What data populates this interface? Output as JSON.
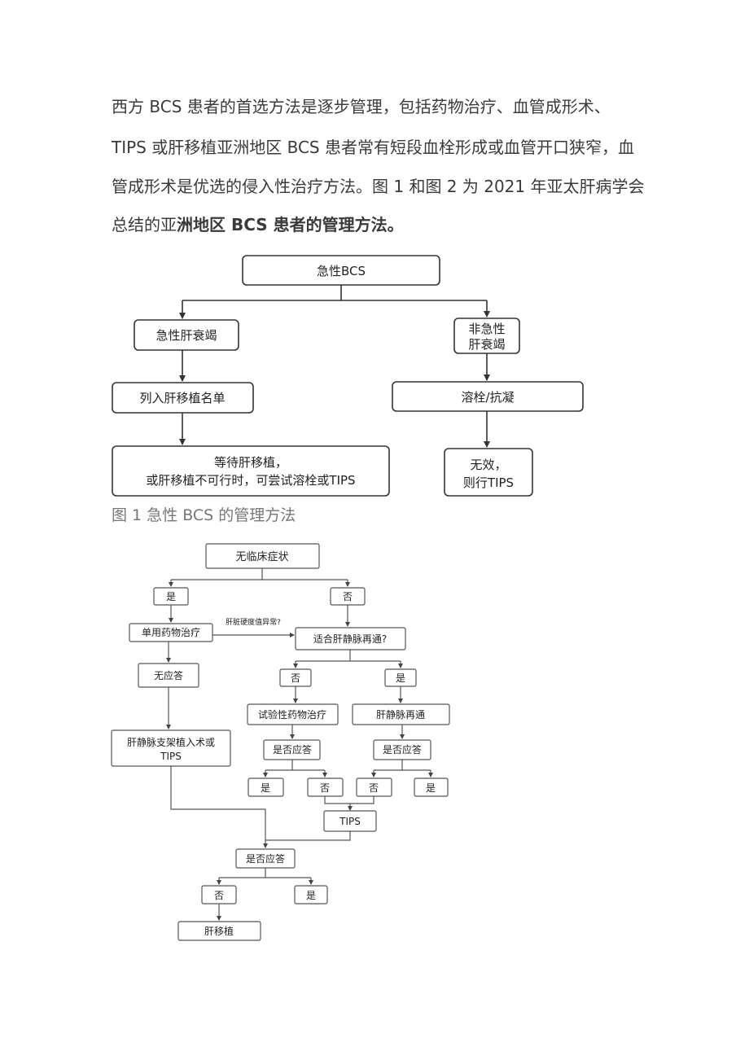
{
  "paragraph": {
    "line1": "西方 BCS 患者的首选方法是逐步管理，包括药物治疗、血管成形术、",
    "line2": "TIPS 或肝移植亚洲地区 BCS 患者常有短段血栓形成或血管开口狭窄，血",
    "line3": "管成形术是优选的侵入性治疗方法。图 1 和图 2 为 2021 年亚太肝病学会",
    "line4_normal": "总结的亚",
    "line4_bold": "洲地区 BCS 患者的管理方法。"
  },
  "figure1": {
    "caption": "图 1 急性 BCS 的管理方法",
    "nodes": {
      "acute_bcs": "急性BCS",
      "acute_liver_failure": "急性肝衰竭",
      "non_acute_line1": "非急性",
      "non_acute_line2": "肝衰竭",
      "transplant_list": "列入肝移植名单",
      "thrombolysis": "溶栓/抗凝",
      "wait_line1": "等待肝移植，",
      "wait_line2": "或肝移植不可行时，可尝试溶栓或TIPS",
      "ineffective_line1": "无效，",
      "ineffective_line2": "则行TIPS"
    }
  },
  "figure2": {
    "nodes": {
      "asymptomatic": "无临床症状",
      "yes_top": "是",
      "no_top": "否",
      "single_drug": "单用药物治疗",
      "stiffness_label": "肝脏硬度值异常?",
      "suitable_recanal": "适合肝静脉再通?",
      "no_response": "无应答",
      "no_mid": "否",
      "yes_mid": "是",
      "trial_drug": "试验性药物治疗",
      "hv_recanal": "肝静脉再通",
      "stent_line1": "肝静脉支架植入术或",
      "stent_line2": "TIPS",
      "response_left": "是否应答",
      "response_right": "是否应答",
      "yes_ll": "是",
      "no_lr": "否",
      "no_rl": "否",
      "yes_rr": "是",
      "tips": "TIPS",
      "response_bottom": "是否应答",
      "no_bottom": "否",
      "yes_bottom": "是",
      "liver_transplant": "肝移植"
    }
  }
}
